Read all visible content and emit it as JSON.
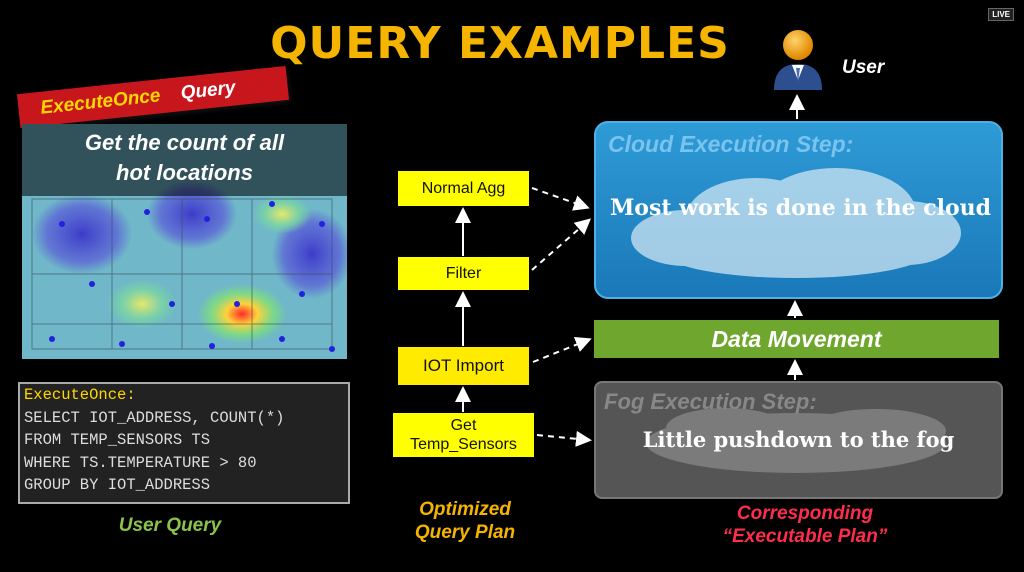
{
  "slide": {
    "title": "QUERY EXAMPLES",
    "live_badge": "LIVE",
    "banner": {
      "part1": "ExecuteOnce",
      "part2": "Query"
    },
    "heatmap_caption": {
      "line1": "Get the count of all",
      "line2": "hot locations"
    },
    "sql": {
      "keyword": "ExecuteOnce:",
      "lines": [
        "SELECT IOT_ADDRESS, COUNT(*)",
        "FROM TEMP_SENSORS TS",
        "WHERE TS.TEMPERATURE > 80",
        "GROUP BY IOT_ADDRESS"
      ]
    },
    "captions": {
      "user_query": "User Query",
      "plan_line1": "Optimized",
      "plan_line2": "Query Plan",
      "exec_line1": "Corresponding",
      "exec_line2": "“Executable Plan”"
    },
    "plan_nodes": {
      "normal_agg": "Normal Agg",
      "filter": "Filter",
      "iot_import": "IOT Import",
      "get_line1": "Get",
      "get_line2": "Temp_Sensors"
    },
    "cloud": {
      "label": "Cloud Execution Step:",
      "text": "Most work is done in the cloud"
    },
    "data_movement": "Data Movement",
    "fog": {
      "label": "Fog Execution Step:",
      "text": "Little pushdown to the fog"
    },
    "user": "User",
    "colors": {
      "title": "#f5b400",
      "banner": "#c8161d",
      "plan_box": "#ffff00",
      "cloud": "#1a78b8",
      "data_movement": "#6fa72e",
      "fog": "#555555"
    }
  }
}
